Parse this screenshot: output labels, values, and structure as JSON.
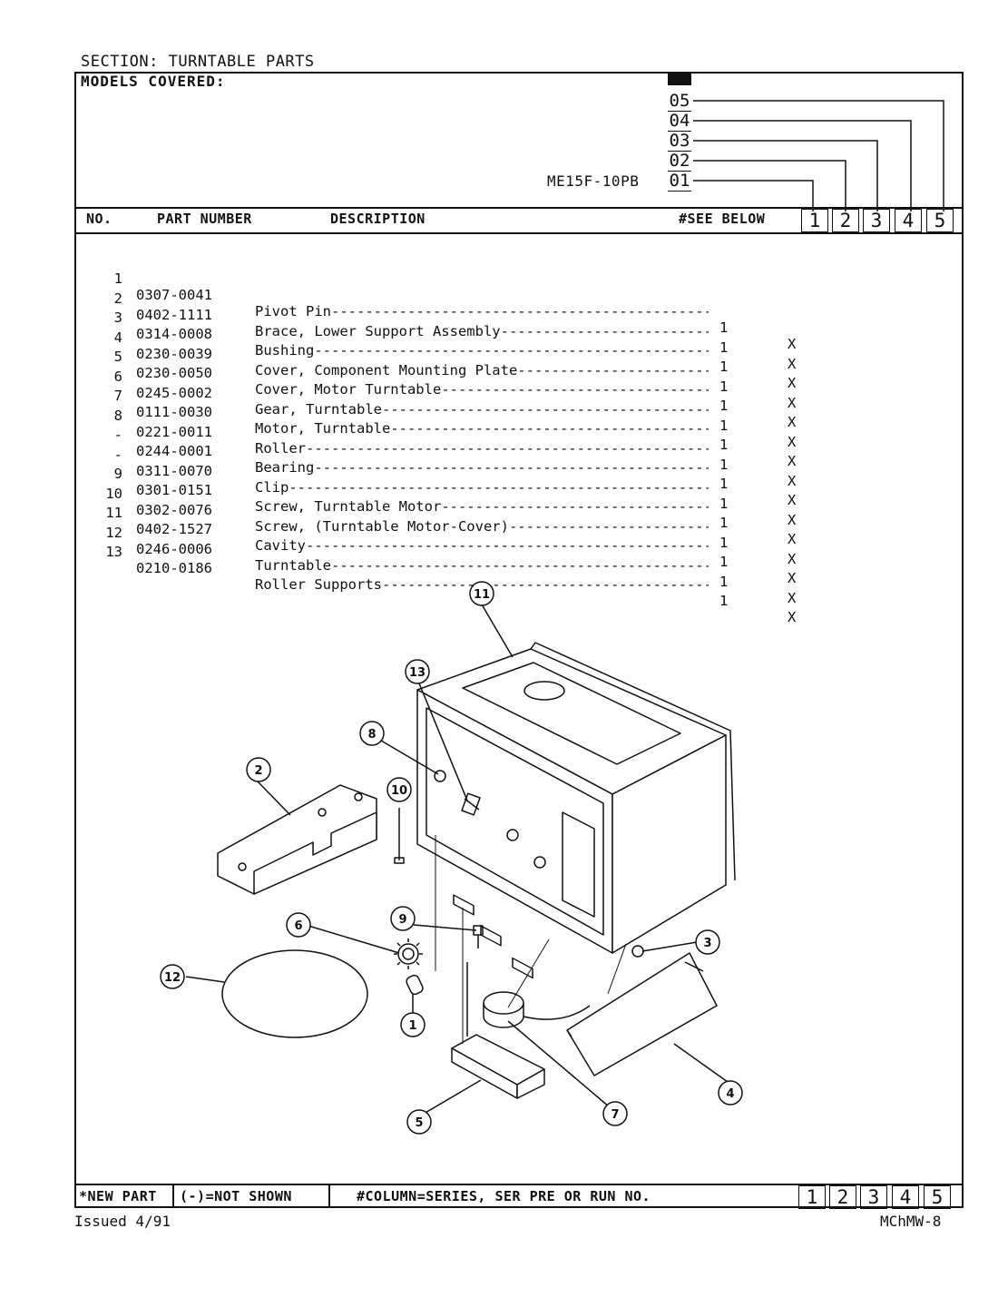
{
  "header": {
    "section_title": "SECTION: TURNTABLE PARTS",
    "models_label": "MODELS COVERED:",
    "model_name": "ME15F-10PB",
    "series_stack": [
      "05",
      "04",
      "03",
      "02",
      "01"
    ]
  },
  "columns": {
    "no": "NO.",
    "part_number": "PART NUMBER",
    "description": "DESCRIPTION",
    "see_below": "#SEE BELOW",
    "series": [
      "1",
      "2",
      "3",
      "4",
      "5"
    ]
  },
  "parts": [
    {
      "no": "1",
      "part_number": "0307-0041",
      "description": "Pivot Pin",
      "qty": "1",
      "mark": "X"
    },
    {
      "no": "2",
      "part_number": "0402-1111",
      "description": "Brace, Lower Support Assembly",
      "qty": "1",
      "mark": "X"
    },
    {
      "no": "3",
      "part_number": "0314-0008",
      "description": "Bushing",
      "qty": "1",
      "mark": "X"
    },
    {
      "no": "4",
      "part_number": "0230-0039",
      "description": "Cover, Component Mounting Plate",
      "qty": "1",
      "mark": "X"
    },
    {
      "no": "5",
      "part_number": "0230-0050",
      "description": "Cover, Motor Turntable",
      "qty": "1",
      "mark": "X"
    },
    {
      "no": "6",
      "part_number": "0245-0002",
      "description": "Gear, Turntable",
      "qty": "1",
      "mark": "X"
    },
    {
      "no": "7",
      "part_number": "0111-0030",
      "description": "Motor, Turntable",
      "qty": "1",
      "mark": "X"
    },
    {
      "no": "8",
      "part_number": "0221-0011",
      "description": "Roller",
      "qty": "1",
      "mark": "X"
    },
    {
      "no": "-",
      "part_number": "0244-0001",
      "description": "Bearing",
      "qty": "1",
      "mark": "X"
    },
    {
      "no": "-",
      "part_number": "0311-0070",
      "description": "Clip",
      "qty": "1",
      "mark": "X"
    },
    {
      "no": "9",
      "part_number": "0301-0151",
      "description": "Screw, Turntable Motor",
      "qty": "1",
      "mark": "X"
    },
    {
      "no": "10",
      "part_number": "0302-0076",
      "description": "Screw, (Turntable Motor-Cover)",
      "qty": "1",
      "mark": "X"
    },
    {
      "no": "11",
      "part_number": "0402-1527",
      "description": "Cavity",
      "qty": "1",
      "mark": "X"
    },
    {
      "no": "12",
      "part_number": "0246-0006",
      "description": "Turntable",
      "qty": "1",
      "mark": "X"
    },
    {
      "no": "13",
      "part_number": "0210-0186",
      "description": "Roller Supports",
      "qty": "1",
      "mark": "X"
    }
  ],
  "diagram": {
    "callouts": [
      "11",
      "13",
      "8",
      "2",
      "10",
      "9",
      "6",
      "3",
      "12",
      "1",
      "7",
      "4",
      "5"
    ]
  },
  "footer": {
    "new_part": "*NEW PART",
    "not_shown": "(-)=NOT SHOWN",
    "column_note": "#COLUMN=SERIES, SER PRE OR RUN NO.",
    "series": [
      "1",
      "2",
      "3",
      "4",
      "5"
    ],
    "issued": "Issued 4/91",
    "page_code": "MChMW-8"
  }
}
